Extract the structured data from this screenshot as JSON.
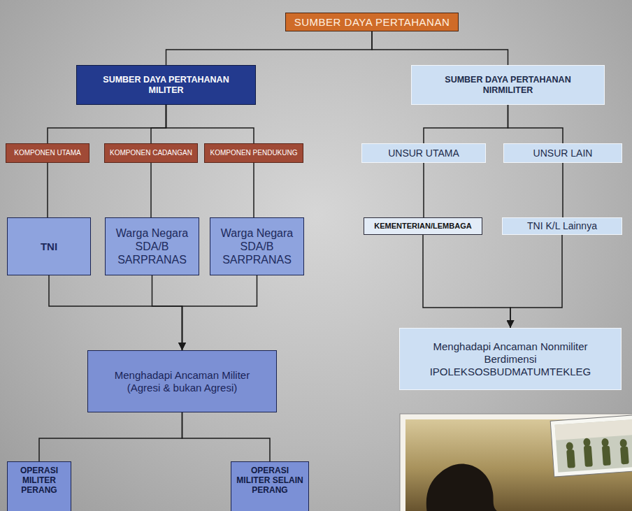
{
  "diagram": {
    "nodes": [
      {
        "text": [
          "SUMBER DAYA PERTAHANAN"
        ]
      },
      {
        "text": [
          "SUMBER DAYA PERTAHANAN MILITER"
        ]
      },
      {
        "text": [
          "SUMBER DAYA PERTAHANAN NIRMILITER"
        ]
      },
      {
        "text": [
          "KOMPONEN UTAMA"
        ]
      },
      {
        "text": [
          "KOMPONEN CADANGAN"
        ]
      },
      {
        "text": [
          "KOMPONEN PENDUKUNG"
        ]
      },
      {
        "text": [
          "UNSUR UTAMA"
        ]
      },
      {
        "text": [
          "UNSUR LAIN"
        ]
      },
      {
        "text": [
          "TNI"
        ]
      },
      {
        "text": [
          "Warga Negara SDA/B SARPRANAS"
        ]
      },
      {
        "text": [
          "Warga Negara SDA/B SARPRANAS"
        ]
      },
      {
        "text": [
          "KEMENTERIAN/LEMBAGA"
        ]
      },
      {
        "text": [
          "TNI K/L Lainnya"
        ]
      },
      {
        "text": [
          "Menghadapi Ancaman Militer (Agresi & bukan Agresi)"
        ]
      },
      {
        "text": [
          "Menghadapi Ancaman Nonmiliter Berdimensi IPOLEKSOSBUDMATUMTEKLEG"
        ]
      },
      {
        "text": [
          "OPERASI MILITER PERANG"
        ]
      },
      {
        "text": [
          "OPERASI MILITER SELAIN PERANG"
        ]
      }
    ],
    "edges": [
      {
        "from": 0,
        "to": 1,
        "arrow": "none"
      },
      {
        "from": 0,
        "to": 2,
        "arrow": "none"
      },
      {
        "from": 1,
        "to": 3,
        "arrow": "none"
      },
      {
        "from": 1,
        "to": 4,
        "arrow": "none"
      },
      {
        "from": 1,
        "to": 5,
        "arrow": "none"
      },
      {
        "from": 2,
        "to": 6,
        "arrow": "none"
      },
      {
        "from": 2,
        "to": 7,
        "arrow": "none"
      },
      {
        "from": 3,
        "to": 8,
        "arrow": "none"
      },
      {
        "from": 4,
        "to": 9,
        "arrow": "none"
      },
      {
        "from": 5,
        "to": 10,
        "arrow": "none"
      },
      {
        "from": 6,
        "to": 11,
        "arrow": "none"
      },
      {
        "from": 7,
        "to": 12,
        "arrow": "none"
      },
      {
        "from": 8,
        "to": 13,
        "arrow": "to"
      },
      {
        "from": 9,
        "to": 13,
        "arrow": "to"
      },
      {
        "from": 10,
        "to": 13,
        "arrow": "to"
      },
      {
        "from": 11,
        "to": 14,
        "arrow": "to"
      },
      {
        "from": 12,
        "to": 14,
        "arrow": "to"
      },
      {
        "from": 13,
        "to": 15,
        "arrow": "none"
      },
      {
        "from": 13,
        "to": 16,
        "arrow": "none"
      }
    ]
  }
}
